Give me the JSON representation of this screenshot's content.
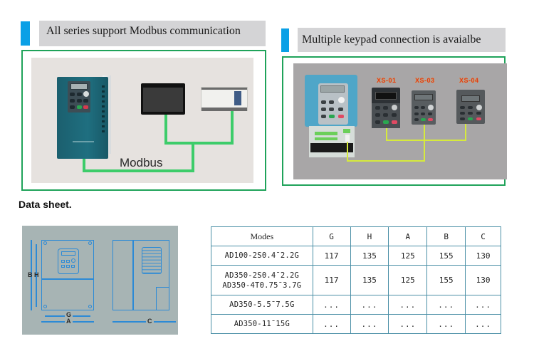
{
  "sections": {
    "modbus": {
      "header": "All series support Modbus communication",
      "bus_label": "Modbus",
      "devices": [
        "vfd-inverter",
        "hmi-touchscreen",
        "plc-controller"
      ]
    },
    "keypad": {
      "header": "Multiple keypad connection is avaialbe",
      "keypads": [
        {
          "label": "XS-01"
        },
        {
          "label": "XS-03"
        },
        {
          "label": "XS-04"
        }
      ]
    }
  },
  "datasheet": {
    "title": "Data sheet.",
    "drawing_labels": {
      "b": "B",
      "h": "H",
      "g": "G",
      "a": "A",
      "c": "C"
    },
    "table": {
      "headers": [
        "Modes",
        "G",
        "H",
        "A",
        "B",
        "C"
      ],
      "rows": [
        {
          "model": "AD100-2S0.4¯2.2G",
          "model2": "",
          "values": [
            "117",
            "135",
            "125",
            "155",
            "130"
          ]
        },
        {
          "model": "AD350-2S0.4¯2.2G",
          "model2": "AD350-4T0.75¯3.7G",
          "values": [
            "117",
            "135",
            "125",
            "155",
            "130"
          ]
        },
        {
          "model": "AD350-5.5¯7.5G",
          "model2": "",
          "values": [
            "...",
            "...",
            "...",
            "...",
            "..."
          ]
        },
        {
          "model": "AD350-11¯15G",
          "model2": "",
          "values": [
            "...",
            "...",
            "...",
            "...",
            "..."
          ]
        }
      ]
    }
  },
  "colors": {
    "accent_blue": "#0aa0e6",
    "header_gray": "#d4d4d6",
    "panel_border_green": "#1fa35a",
    "modbus_cable_green": "#3dcc6a",
    "keypad_cable_yellow": "#d6ea3c",
    "table_border": "#4a8fa6"
  }
}
